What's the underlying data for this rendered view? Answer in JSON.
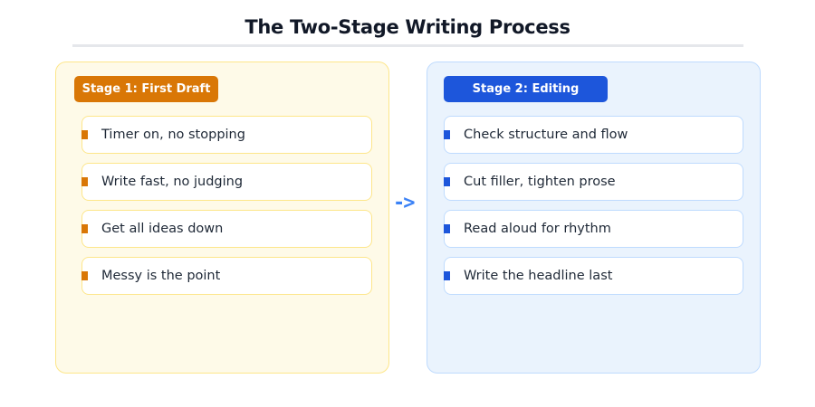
{
  "title": "The Two-Stage Writing Process",
  "colors": {
    "stage1_accent": "#d97706",
    "stage1_bg": "#fefae8",
    "stage1_border": "#fde68a",
    "stage2_accent": "#1d56db",
    "stage2_bg": "#eaf3fd",
    "stage2_border": "#bfdbfe",
    "arrow": "#3b82f6"
  },
  "stages": [
    {
      "label": "Stage 1: First Draft",
      "items": [
        "Timer on, no stopping",
        "Write fast, no judging",
        "Get all ideas down",
        "Messy is the point"
      ]
    },
    {
      "label": "Stage 2: Editing",
      "items": [
        "Check structure and flow",
        "Cut filler, tighten prose",
        "Read aloud for rhythm",
        "Write the headline last"
      ]
    }
  ],
  "connector": {
    "glyph": "->",
    "icon": "arrow-right-icon"
  }
}
